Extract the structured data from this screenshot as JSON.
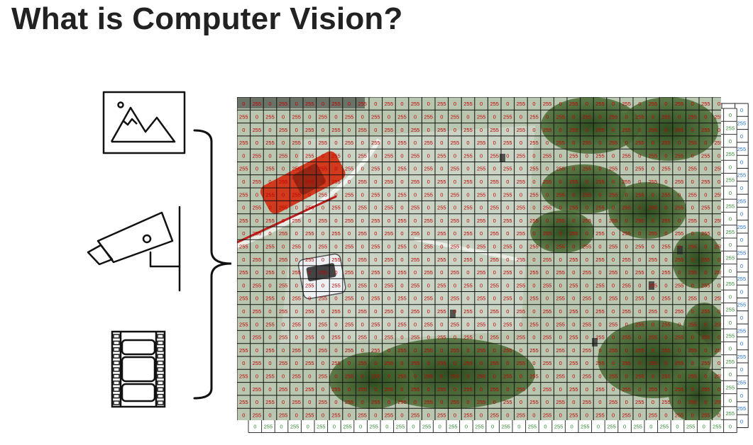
{
  "title": "What is Computer Vision?",
  "icons": [
    {
      "name": "image-icon"
    },
    {
      "name": "camera-icon"
    },
    {
      "name": "film-icon"
    }
  ],
  "pixel_matrix": {
    "cell_values": [
      "0",
      "255"
    ],
    "channel_colors": {
      "red": "#c00000",
      "green": "#2e8b2e",
      "blue": "#1f6fd1"
    },
    "photo_description_colors": {
      "ground": "#b9c7b0",
      "ground_light": "#d6dcd2",
      "trees": "#3c5e2a",
      "tree_shadow": "#26391b",
      "car": "#d23a1e"
    }
  }
}
